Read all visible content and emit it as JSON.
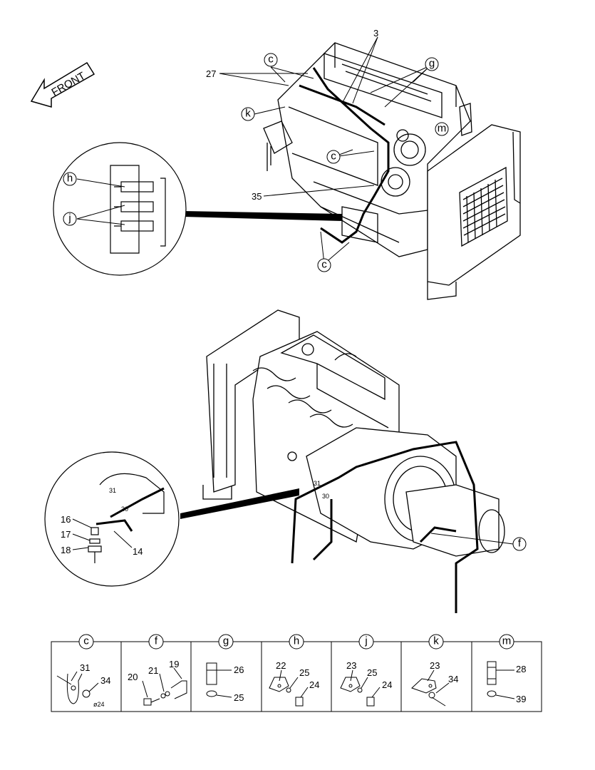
{
  "front_label": "FRONT",
  "callouts": {
    "top": {
      "c1": "c",
      "g": "g",
      "k": "k",
      "m": "m",
      "c2": "c",
      "h": "h",
      "j": "j",
      "c3": "c",
      "n3": "3",
      "n27": "27",
      "n35": "35"
    },
    "bottom": {
      "f": "f",
      "n16": "16",
      "n17": "17",
      "n18": "18",
      "n14": "14",
      "n31a": "31",
      "n30a": "30",
      "n31b": "31",
      "n30b": "30"
    }
  },
  "detail_panels": [
    {
      "letter": "c",
      "parts": [
        "31",
        "34"
      ],
      "note": "ø24"
    },
    {
      "letter": "f",
      "parts": [
        "19",
        "20",
        "21"
      ]
    },
    {
      "letter": "g",
      "parts": [
        "26",
        "25"
      ]
    },
    {
      "letter": "h",
      "parts": [
        "22",
        "25",
        "24"
      ]
    },
    {
      "letter": "j",
      "parts": [
        "23",
        "25",
        "24"
      ]
    },
    {
      "letter": "k",
      "parts": [
        "23",
        "34"
      ]
    },
    {
      "letter": "m",
      "parts": [
        "28",
        "39"
      ]
    }
  ]
}
